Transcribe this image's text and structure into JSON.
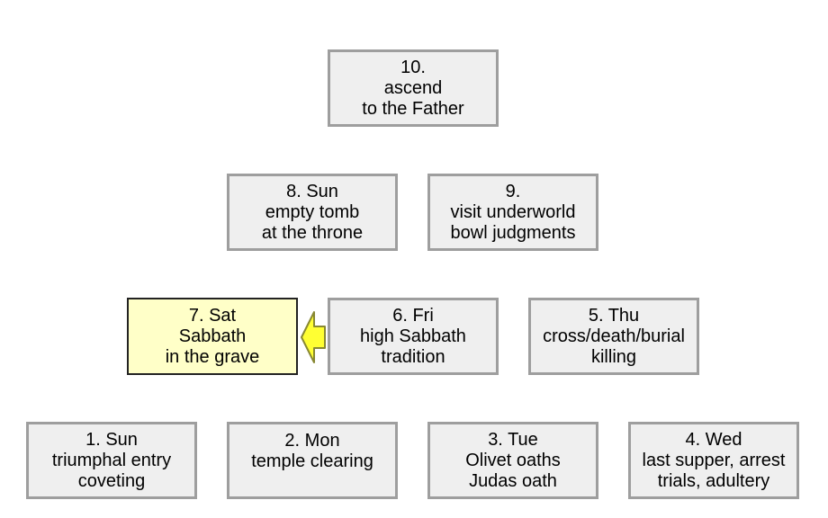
{
  "nodes": {
    "n10": {
      "lines": [
        "10.",
        "ascend",
        "to the Father"
      ]
    },
    "n8": {
      "lines": [
        "8. Sun",
        "empty tomb",
        "at the throne"
      ]
    },
    "n9": {
      "lines": [
        "9.",
        "visit underworld",
        "bowl judgments"
      ]
    },
    "n7": {
      "lines": [
        "7. Sat",
        "Sabbath",
        "in the grave"
      ]
    },
    "n6": {
      "lines": [
        "6. Fri",
        "high Sabbath",
        "tradition"
      ]
    },
    "n5": {
      "lines": [
        "5. Thu",
        "cross/death/burial",
        "killing"
      ]
    },
    "n1": {
      "lines": [
        "1. Sun",
        "triumphal entry",
        "coveting"
      ]
    },
    "n2": {
      "lines": [
        "2. Mon",
        "temple clearing",
        ""
      ]
    },
    "n3": {
      "lines": [
        "3. Tue",
        "Olivet oaths",
        "Judas oath"
      ]
    },
    "n4": {
      "lines": [
        "4. Wed",
        "last supper, arrest",
        "trials, adultery"
      ]
    }
  },
  "colors": {
    "box_fill": "#efefef",
    "box_border": "#9e9e9e",
    "highlight_fill": "#ffffc8",
    "highlight_border": "#222222",
    "arrow_fill": "#ffff33",
    "arrow_border": "#888833"
  },
  "arrow": {
    "icon": "left-arrow-icon",
    "from": "n6",
    "to": "n7"
  }
}
